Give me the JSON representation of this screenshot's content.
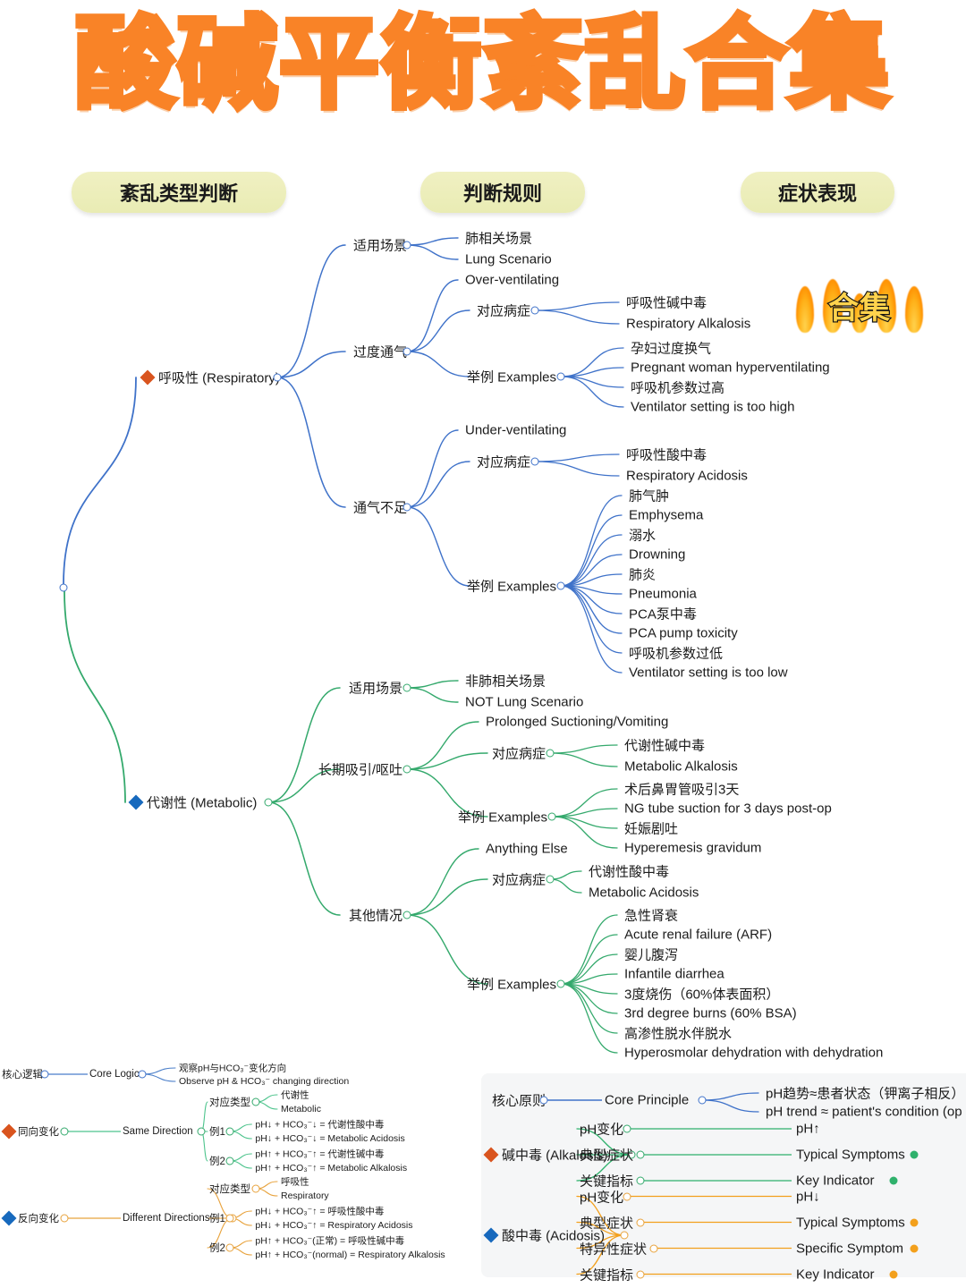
{
  "header": {
    "title": "酸碱平衡紊乱合集",
    "pills": [
      {
        "label": "紊乱类型判断"
      },
      {
        "label": "判断规则"
      },
      {
        "label": "症状表现"
      }
    ],
    "hot_badge": "合集"
  },
  "mindmap": {
    "root_label": "",
    "branches": [
      {
        "id": "respiratory",
        "label": "呼吸性 (Respiratory)",
        "color": "#3f72c9",
        "marker": "orange-diamond",
        "children": [
          {
            "label": "适用场景",
            "leaves": [
              "肺相关场景",
              "Lung Scenario"
            ]
          },
          {
            "label": "过度通气",
            "leaves": [
              "Over-ventilating"
            ],
            "subs": [
              {
                "label": "对应病症",
                "leaves": [
                  "呼吸性碱中毒",
                  "Respiratory Alkalosis"
                ]
              },
              {
                "label": "举例 Examples",
                "leaves": [
                  "孕妇过度换气",
                  "Pregnant woman hyperventilating",
                  "呼吸机参数过高",
                  "Ventilator setting is too high"
                ]
              }
            ]
          },
          {
            "label": "通气不足",
            "leaves": [
              "Under-ventilating"
            ],
            "subs": [
              {
                "label": "对应病症",
                "leaves": [
                  "呼吸性酸中毒",
                  "Respiratory Acidosis"
                ]
              },
              {
                "label": "举例 Examples",
                "leaves": [
                  "肺气肿",
                  "Emphysema",
                  "溺水",
                  "Drowning",
                  "肺炎",
                  "Pneumonia",
                  "PCA泵中毒",
                  "PCA pump toxicity",
                  "呼吸机参数过低",
                  "Ventilator setting is too low"
                ]
              }
            ]
          }
        ]
      },
      {
        "id": "metabolic",
        "label": "代谢性 (Metabolic)",
        "color": "#34a96c",
        "marker": "blue-diamond",
        "children": [
          {
            "label": "适用场景",
            "leaves": [
              "非肺相关场景",
              "NOT Lung Scenario"
            ]
          },
          {
            "label": "长期吸引/呕吐",
            "leaves": [
              "Prolonged Suctioning/Vomiting"
            ],
            "subs": [
              {
                "label": "对应病症",
                "leaves": [
                  "代谢性碱中毒",
                  "Metabolic Alkalosis"
                ]
              },
              {
                "label": "举例 Examples",
                "leaves": [
                  "术后鼻胃管吸引3天",
                  "NG tube suction for 3 days post-op",
                  "妊娠剧吐",
                  "Hyperemesis gravidum"
                ]
              }
            ]
          },
          {
            "label": "其他情况",
            "leaves": [
              "Anything Else"
            ],
            "subs": [
              {
                "label": "对应病症",
                "leaves": [
                  "代谢性酸中毒",
                  "Metabolic Acidosis"
                ]
              },
              {
                "label": "举例 Examples",
                "leaves": [
                  "急性肾衰",
                  "Acute renal failure (ARF)",
                  "婴儿腹泻",
                  "Infantile diarrhea",
                  "3度烧伤（60%体表面积）",
                  "3rd degree burns (60% BSA)",
                  "高渗性脱水伴脱水",
                  "Hyperosmolar dehydration with dehydration"
                ]
              }
            ]
          }
        ]
      }
    ]
  },
  "rules_panel": {
    "rows": [
      {
        "id": "core-logic",
        "label_cn": "核心逻辑",
        "label_en": "Core Logic",
        "color": "#4a7ec9",
        "marker": "none",
        "leaves": [
          "观察pH与HCO₃⁻变化方向",
          "Observe pH & HCO₃⁻ changing direction"
        ]
      },
      {
        "id": "same-direction",
        "label_cn": "同向变化",
        "label_en": "Same Direction",
        "color": "#4ec48d",
        "marker": "orange-diamond",
        "subs": [
          {
            "label": "对应类型",
            "leaves": [
              "代谢性",
              "Metabolic"
            ]
          },
          {
            "label": "例1",
            "leaves": [
              "pH↓ + HCO₃⁻↓ = 代谢性酸中毒",
              "pH↓ + HCO₃⁻↓ = Metabolic Acidosis"
            ]
          },
          {
            "label": "例2",
            "leaves": [
              "pH↑ + HCO₃⁻↑ = 代谢性碱中毒",
              "pH↑ + HCO₃⁻↑ = Metabolic Alkalosis"
            ]
          }
        ]
      },
      {
        "id": "different-directions",
        "label_cn": "反向变化",
        "label_en": "Different Directions",
        "color": "#e8a33d",
        "marker": "blue-diamond",
        "subs": [
          {
            "label": "对应类型",
            "leaves": [
              "呼吸性",
              "Respiratory"
            ]
          },
          {
            "label": "例1",
            "leaves": [
              "pH↓ + HCO₃⁻↑ = 呼吸性酸中毒",
              "pH↓ + HCO₃⁻↑ = Respiratory Acidosis"
            ]
          },
          {
            "label": "例2",
            "leaves": [
              "pH↑ + HCO₃⁻(正常) = 呼吸性碱中毒",
              "pH↑ + HCO₃⁻(normal) = Respiratory Alkalosis"
            ]
          }
        ]
      }
    ]
  },
  "symptoms_panel": {
    "rows": [
      {
        "id": "core-principle",
        "label_cn": "核心原则",
        "label_en": "Core Principle",
        "color": "#3f72c9",
        "marker": "none",
        "leaves": [
          "pH趋势≈患者状态（钾离子相反）",
          "pH trend ≈ patient's condition (op"
        ]
      },
      {
        "id": "alkalosis",
        "label_cn": "碱中毒 (Alkalosis)",
        "color": "#2fb16c",
        "marker": "orange-diamond",
        "items": [
          {
            "label": "pH变化",
            "value": "pH↑",
            "dot": ""
          },
          {
            "label": "典型症状",
            "value": "Typical Symptoms",
            "dot": "green"
          },
          {
            "label": "关键指标",
            "value": "Key Indicator",
            "dot": "green"
          }
        ]
      },
      {
        "id": "acidosis",
        "label_cn": "酸中毒 (Acidosis)",
        "color": "#f3a01c",
        "marker": "blue-diamond",
        "items": [
          {
            "label": "pH变化",
            "value": "pH↓",
            "dot": ""
          },
          {
            "label": "典型症状",
            "value": "Typical Symptoms",
            "dot": "orange"
          },
          {
            "label": "特异性症状",
            "value": "Specific Symptom",
            "dot": "orange"
          },
          {
            "label": "关键指标",
            "value": "Key Indicator",
            "dot": "orange"
          }
        ]
      }
    ]
  },
  "colors": {
    "accent_orange": "#f98327",
    "respiratory_blue": "#3f72c9",
    "metabolic_green": "#34a96c",
    "rule_orange": "#e8a33d",
    "pill_bg": "#ecefb6"
  }
}
